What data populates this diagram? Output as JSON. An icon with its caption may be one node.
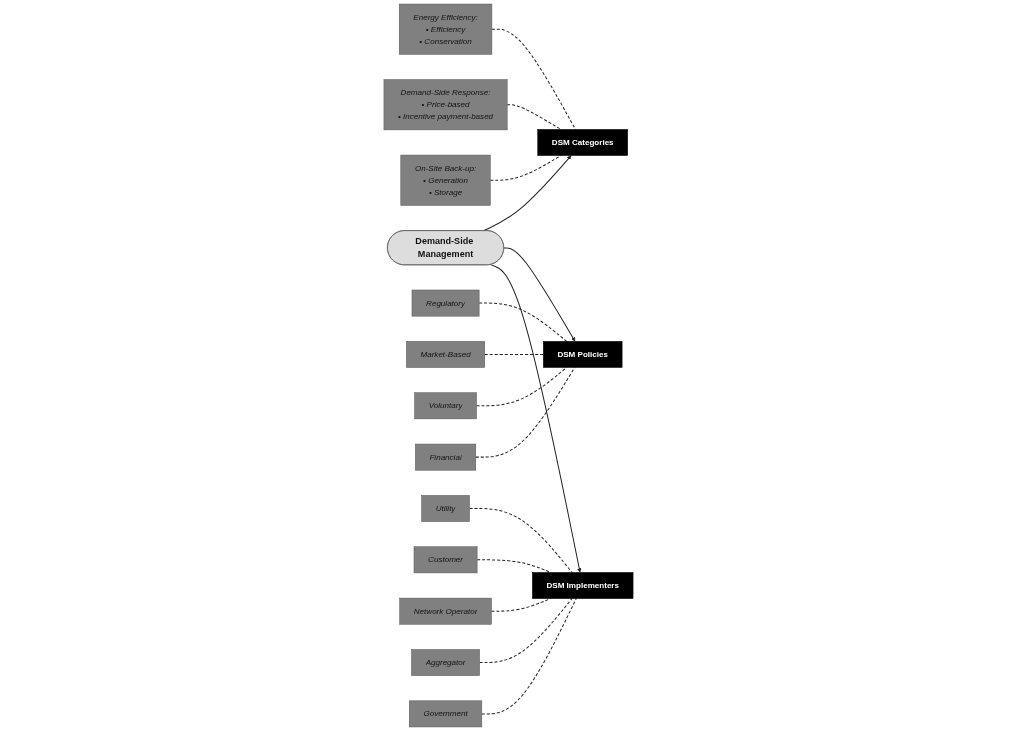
{
  "diagram": {
    "nodes": [
      {
        "text": [
          "DSM Categories"
        ]
      },
      {
        "text": [
          "Energy Efficiency:",
          "• Efficiency",
          "• Conservation"
        ]
      },
      {
        "text": [
          "Demand-Side Response:",
          "• Price-based",
          "• Incentive payment-based"
        ]
      },
      {
        "text": [
          "On-Site Back-up:",
          "• Generation",
          "• Storage"
        ]
      },
      {
        "text": [
          "Demand-Side Management"
        ]
      },
      {
        "text": [
          "DSM Policies"
        ]
      },
      {
        "text": [
          "Regulatory"
        ]
      },
      {
        "text": [
          "Market-Based"
        ]
      },
      {
        "text": [
          "Voluntary"
        ]
      },
      {
        "text": [
          "Financial"
        ]
      },
      {
        "text": [
          "DSM Implementers"
        ]
      },
      {
        "text": [
          "Utility"
        ]
      },
      {
        "text": [
          "Customer"
        ]
      },
      {
        "text": [
          "Network Operator"
        ]
      },
      {
        "text": [
          "Aggregator"
        ]
      },
      {
        "text": [
          "Government"
        ]
      }
    ],
    "edges": [
      {
        "from": 4,
        "to": 0,
        "arrow": "to"
      },
      {
        "from": 4,
        "to": 5,
        "arrow": "to"
      },
      {
        "from": 4,
        "to": 10,
        "arrow": "to"
      },
      {
        "from": 1,
        "to": 0,
        "arrow": "none",
        "style": "dashed"
      },
      {
        "from": 2,
        "to": 0,
        "arrow": "none",
        "style": "dashed"
      },
      {
        "from": 3,
        "to": 0,
        "arrow": "none",
        "style": "dashed"
      },
      {
        "from": 6,
        "to": 5,
        "arrow": "none",
        "style": "dashed"
      },
      {
        "from": 7,
        "to": 5,
        "arrow": "none",
        "style": "dashed"
      },
      {
        "from": 8,
        "to": 5,
        "arrow": "none",
        "style": "dashed"
      },
      {
        "from": 9,
        "to": 5,
        "arrow": "none",
        "style": "dashed"
      },
      {
        "from": 11,
        "to": 10,
        "arrow": "none",
        "style": "dashed"
      },
      {
        "from": 12,
        "to": 10,
        "arrow": "none",
        "style": "dashed"
      },
      {
        "from": 13,
        "to": 10,
        "arrow": "none",
        "style": "dashed"
      },
      {
        "from": 14,
        "to": 10,
        "arrow": "none",
        "style": "dashed"
      },
      {
        "from": 15,
        "to": 10,
        "arrow": "none",
        "style": "dashed"
      }
    ]
  }
}
